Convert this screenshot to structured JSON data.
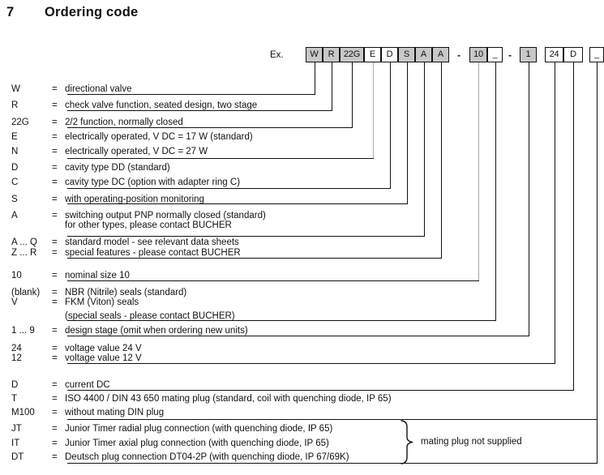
{
  "heading": {
    "number": "7",
    "title": "Ordering code"
  },
  "example_label": "Ex.",
  "equals": "=",
  "separator": "-",
  "code_boxes": [
    {
      "label": "W",
      "filled": true
    },
    {
      "label": "R",
      "filled": true
    },
    {
      "label": "22G",
      "filled": true
    },
    {
      "label": "E",
      "filled": false
    },
    {
      "label": "D",
      "filled": false
    },
    {
      "label": "S",
      "filled": true
    },
    {
      "label": "A",
      "filled": true
    },
    {
      "label": "A",
      "filled": true
    },
    {
      "label": "10",
      "filled": true
    },
    {
      "label": "_",
      "filled": false
    },
    {
      "label": "1",
      "filled": true
    },
    {
      "label": "24",
      "filled": false
    },
    {
      "label": "D",
      "filled": false
    },
    {
      "label": "_",
      "filled": false
    }
  ],
  "legend": [
    {
      "code": "W",
      "text": "directional valve"
    },
    {
      "code": "R",
      "text": "check valve function, seated design, two stage"
    },
    {
      "code": "22G",
      "text": "2/2 function, normally closed"
    },
    {
      "code": "E",
      "text": "electrically operated, V DC = 17  W (standard)"
    },
    {
      "code": "N",
      "text": "electrically operated, V DC = 27  W"
    },
    {
      "code": "D",
      "text": "cavity type DD  (standard)"
    },
    {
      "code": "C",
      "text": "cavity type DC  (option with adapter ring C)"
    },
    {
      "code": "S",
      "text": "with operating-position monitoring"
    },
    {
      "code": "A",
      "text": "switching output PNP normally closed (standard)",
      "text2": "for other types, please contact BUCHER"
    },
    {
      "code": "A ... Q",
      "text": "standard model - see relevant data sheets"
    },
    {
      "code": "Z ... R",
      "text": "special features - please contact BUCHER"
    },
    {
      "code": "10",
      "text": "nominal size 10"
    },
    {
      "code": "(blank)",
      "text": "NBR (Nitrile) seals  (standard)"
    },
    {
      "code": "V",
      "text": "FKM (Viton) seals",
      "text2": "(special seals - please contact BUCHER)"
    },
    {
      "code": "1 ... 9",
      "text": "design stage (omit when ordering new units)"
    },
    {
      "code": "24",
      "text": "voltage value 24 V"
    },
    {
      "code": "12",
      "text": "voltage value 12 V"
    },
    {
      "code": "D",
      "text": "current  DC"
    },
    {
      "code": "T",
      "text": "ISO 4400 / DIN 43 650 mating plug (standard, coil with quenching diode, IP 65)"
    },
    {
      "code": "M100",
      "text": "without mating DIN plug"
    },
    {
      "code": "JT",
      "text": "Junior Timer radial plug connection (with quenching diode, IP 65)"
    },
    {
      "code": "IT",
      "text": "Junior Timer axial plug connection (with quenching diode, IP 65)"
    },
    {
      "code": "DT",
      "text": "Deutsch plug connection DT04-2P (with quenching diode, IP 67/69K)"
    }
  ],
  "note": "mating plug not supplied",
  "colors": {
    "box_fill": "#c8c8c8",
    "line": "#111111",
    "light_line": "#a8a8a8"
  }
}
